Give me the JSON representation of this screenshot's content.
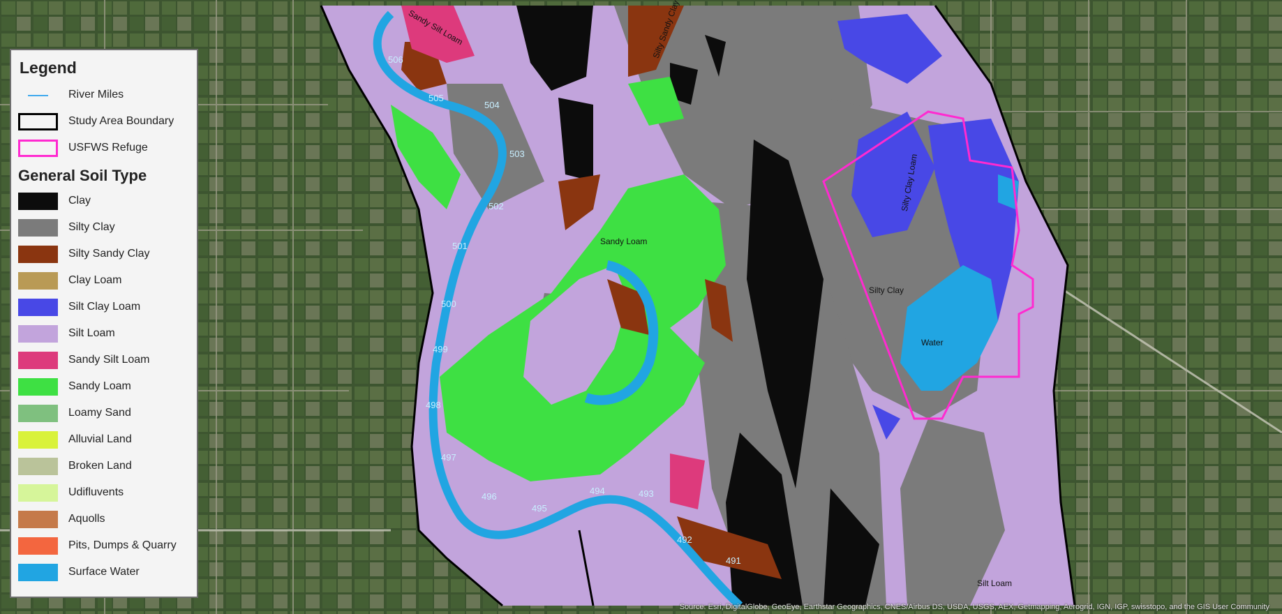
{
  "legend": {
    "title": "Legend",
    "boundary_items": [
      {
        "label": "River Miles",
        "icon": "blue-line"
      },
      {
        "label": "Study Area Boundary",
        "icon": "black-outline-box"
      },
      {
        "label": "USFWS Refuge",
        "icon": "magenta-outline-box"
      }
    ],
    "soil_title": "General Soil Type",
    "soil_types": [
      {
        "label": "Clay",
        "color": "#0c0c0c"
      },
      {
        "label": "Silty Clay",
        "color": "#7b7b7b"
      },
      {
        "label": "Silty Sandy Clay",
        "color": "#8a3510"
      },
      {
        "label": "Clay Loam",
        "color": "#b99a55"
      },
      {
        "label": "Silt Clay Loam",
        "color": "#4848e6"
      },
      {
        "label": "Silt Loam",
        "color": "#c2a4dc"
      },
      {
        "label": "Sandy Silt Loam",
        "color": "#dd3a7c"
      },
      {
        "label": "Sandy Loam",
        "color": "#3ee043"
      },
      {
        "label": "Loamy Sand",
        "color": "#7fc07f"
      },
      {
        "label": "Alluvial Land",
        "color": "#d9f23a"
      },
      {
        "label": "Broken Land",
        "color": "#bac39a"
      },
      {
        "label": "Udifluvents",
        "color": "#d6f59a"
      },
      {
        "label": "Aquolls",
        "color": "#c57a4a"
      },
      {
        "label": "Pits, Dumps & Quarry",
        "color": "#f3663f"
      },
      {
        "label": "Surface Water",
        "color": "#21a5e2"
      }
    ]
  },
  "map_labels": {
    "sandy_silt_loam": "Sandy Silt Loam",
    "silty_sandy_clay": "Silty Sandy Clay",
    "sandy_loam": "Sandy Loam",
    "silty_clay_loam": "Silty Clay Loam",
    "silty_clay": "Silty Clay",
    "water": "Water",
    "silt_loam": "Silt Loam"
  },
  "river_miles": [
    "506",
    "505",
    "504",
    "503",
    "502",
    "501",
    "500",
    "499",
    "498",
    "497",
    "496",
    "495",
    "494",
    "493",
    "492",
    "491"
  ],
  "credit": "Source: Esri, DigitalGlobe, GeoEye, Earthstar Geographics, CNES/Airbus DS, USDA, USGS, AEX, Getmapping, Aerogrid, IGN, IGP, swisstopo, and the GIS User Community"
}
